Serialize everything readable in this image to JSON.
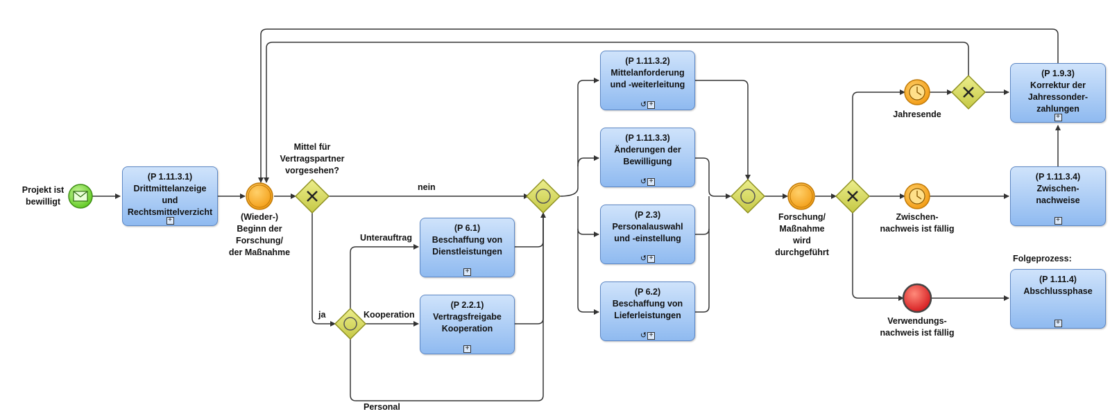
{
  "start_event": {
    "label_lines": [
      "Projekt ist",
      "bewilligt"
    ]
  },
  "tasks": {
    "p1_11_3_1": {
      "lines": [
        "(P 1.11.3.1)",
        "Drittmittelanzeige",
        "und",
        "Rechtsmittelverzicht"
      ],
      "loop": false
    },
    "p6_1": {
      "lines": [
        "(P 6.1)",
        "Beschaffung von",
        "Dienstleistungen"
      ],
      "loop": false
    },
    "p2_2_1": {
      "lines": [
        "(P 2.2.1)",
        "Vertragsfreigabe",
        "Kooperation"
      ],
      "loop": false
    },
    "p1_11_3_2": {
      "lines": [
        "(P 1.11.3.2)",
        "Mittelanforderung",
        "und -weiterleitung"
      ],
      "loop": true
    },
    "p1_11_3_3": {
      "lines": [
        "(P 1.11.3.3)",
        "Änderungen der",
        "Bewilligung"
      ],
      "loop": true
    },
    "p2_3": {
      "lines": [
        "(P 2.3)",
        "Personalauswahl",
        "und -einstellung"
      ],
      "loop": true
    },
    "p6_2": {
      "lines": [
        "(P 6.2)",
        "Beschaffung von",
        "Lieferleistungen"
      ],
      "loop": true
    },
    "p1_9_3": {
      "lines": [
        "(P 1.9.3)",
        "Korrektur der",
        "Jahressonder-",
        "zahlungen"
      ],
      "loop": false
    },
    "p1_11_3_4": {
      "lines": [
        "(P 1.11.3.4)",
        "Zwischen-",
        "nachweise"
      ],
      "loop": false
    },
    "p1_11_4": {
      "lines": [
        "(P 1.11.4)",
        "Abschlussphase"
      ],
      "loop": false
    }
  },
  "events": {
    "beginn": {
      "label_lines": [
        "(Wieder-)",
        "Beginn der",
        "Forschung/",
        "der Maßnahme"
      ]
    },
    "forschung": {
      "label_lines": [
        "Forschung/",
        "Maßnahme",
        "wird",
        "durchgeführt"
      ]
    },
    "jahresende": {
      "label_lines": [
        "Jahresende"
      ]
    },
    "zwischen": {
      "label_lines": [
        "Zwischen-",
        "nachweis ist fällig"
      ]
    },
    "verwendung": {
      "label_lines": [
        "Verwendungs-",
        "nachweis ist fällig"
      ]
    }
  },
  "gateways": {
    "mittel_question": {
      "label_lines": [
        "Mittel für",
        "Vertragspartner",
        "vorgesehen?"
      ]
    }
  },
  "flow_labels": {
    "nein": "nein",
    "ja": "ja",
    "unterauftrag": "Unterauftrag",
    "kooperation": "Kooperation",
    "personal": "Personal"
  },
  "folgeprozess": "Folgeprozess:",
  "colors": {
    "task_top": "#cfe3fb",
    "task_bottom": "#8fbaf0",
    "task_border": "#5b86c4",
    "gateway": "#d4d65a",
    "start_event": "#7ee23a",
    "intermediate_event": "#f4a623",
    "end_event": "#e8272a",
    "line": "#333333"
  }
}
